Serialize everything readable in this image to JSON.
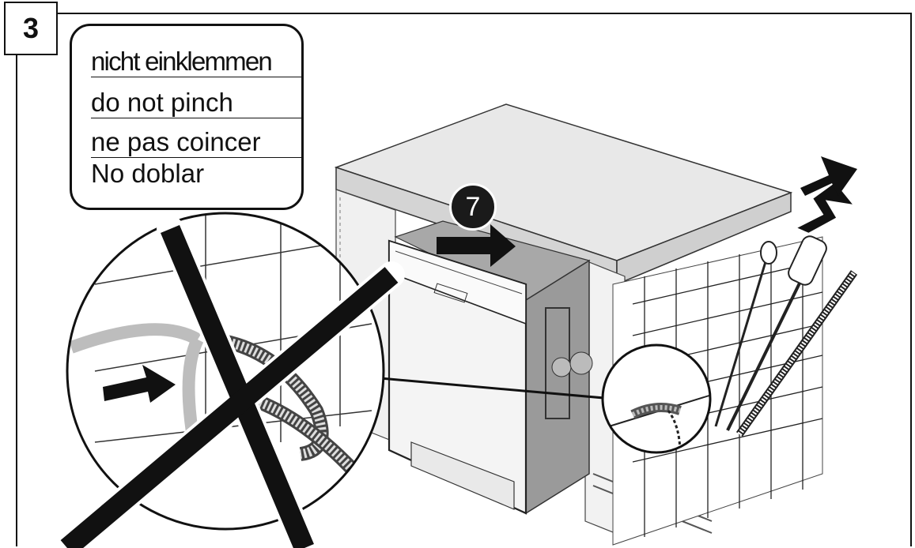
{
  "step": {
    "number": "3"
  },
  "warning": {
    "lines": [
      "nicht einklemmen",
      "do not pinch",
      "ne pas coincer",
      "No doblar"
    ]
  },
  "callout": {
    "number": "7"
  },
  "colors": {
    "ink": "#111111",
    "countertop": "#e6e6e6",
    "cabinet_back": "#a9a9a9",
    "cross": "#111111"
  },
  "icons": [
    "push-arrow-icon",
    "lift-arrow-icon",
    "prohibited-cross-icon",
    "power-plug-icon",
    "water-hose-icon",
    "drain-hose-icon"
  ]
}
